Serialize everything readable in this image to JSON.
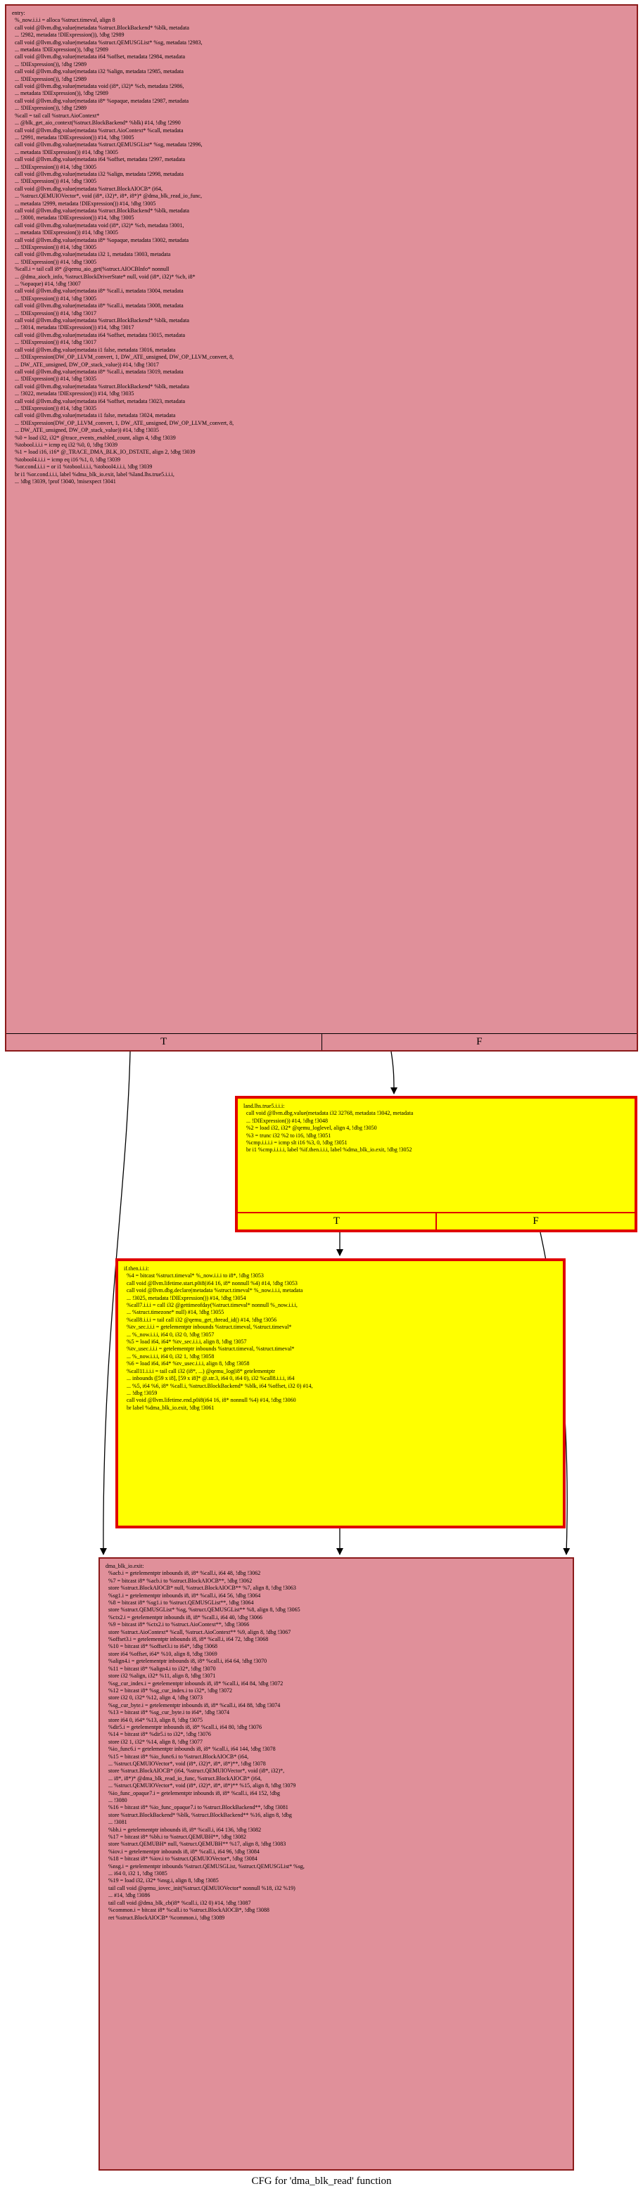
{
  "caption": "CFG for 'dma_blk_read' function",
  "nodes": {
    "entry": {
      "lines": [
        "entry:",
        "  %_now.i.i.i = alloca %struct.timeval, align 8",
        "  call void @llvm.dbg.value(metadata %struct.BlockBackend* %blk, metadata",
        "  ... !2982, metadata !DIExpression()), !dbg !2989",
        "  call void @llvm.dbg.value(metadata %struct.QEMUSGList* %sg, metadata !2983,",
        "  ... metadata !DIExpression()), !dbg !2989",
        "  call void @llvm.dbg.value(metadata i64 %offset, metadata !2984, metadata",
        "  ... !DIExpression()), !dbg !2989",
        "  call void @llvm.dbg.value(metadata i32 %align, metadata !2985, metadata",
        "  ... !DIExpression()), !dbg !2989",
        "  call void @llvm.dbg.value(metadata void (i8*, i32)* %cb, metadata !2986,",
        "  ... metadata !DIExpression()), !dbg !2989",
        "  call void @llvm.dbg.value(metadata i8* %opaque, metadata !2987, metadata",
        "  ... !DIExpression()), !dbg !2989",
        "  %call = tail call %struct.AioContext*",
        "  ... @blk_get_aio_context(%struct.BlockBackend* %blk) #14, !dbg !2990",
        "  call void @llvm.dbg.value(metadata %struct.AioContext* %call, metadata",
        "  ... !2991, metadata !DIExpression()) #14, !dbg !3005",
        "  call void @llvm.dbg.value(metadata %struct.QEMUSGList* %sg, metadata !2996,",
        "  ... metadata !DIExpression()) #14, !dbg !3005",
        "  call void @llvm.dbg.value(metadata i64 %offset, metadata !2997, metadata",
        "  ... !DIExpression()) #14, !dbg !3005",
        "  call void @llvm.dbg.value(metadata i32 %align, metadata !2998, metadata",
        "  ... !DIExpression()) #14, !dbg !3005",
        "  call void @llvm.dbg.value(metadata %struct.BlockAIOCB* (i64,",
        "  ... %struct.QEMUIOVector*, void (i8*, i32)*, i8*, i8*)* @dma_blk_read_io_func,",
        "  ... metadata !2999, metadata !DIExpression()) #14, !dbg !3005",
        "  call void @llvm.dbg.value(metadata %struct.BlockBackend* %blk, metadata",
        "  ... !3000, metadata !DIExpression()) #14, !dbg !3005",
        "  call void @llvm.dbg.value(metadata void (i8*, i32)* %cb, metadata !3001,",
        "  ... metadata !DIExpression()) #14, !dbg !3005",
        "  call void @llvm.dbg.value(metadata i8* %opaque, metadata !3002, metadata",
        "  ... !DIExpression()) #14, !dbg !3005",
        "  call void @llvm.dbg.value(metadata i32 1, metadata !3003, metadata",
        "  ... !DIExpression()) #14, !dbg !3005",
        "  %call.i = tail call i8* @qemu_aio_get(%struct.AIOCBInfo* nonnull",
        "  ... @dma_aiocb_info, %struct.BlockDriverState* null, void (i8*, i32)* %cb, i8*",
        "  ... %opaque) #14, !dbg !3007",
        "  call void @llvm.dbg.value(metadata i8* %call.i, metadata !3004, metadata",
        "  ... !DIExpression()) #14, !dbg !3005",
        "  call void @llvm.dbg.value(metadata i8* %call.i, metadata !3008, metadata",
        "  ... !DIExpression()) #14, !dbg !3017",
        "  call void @llvm.dbg.value(metadata %struct.BlockBackend* %blk, metadata",
        "  ... !3014, metadata !DIExpression()) #14, !dbg !3017",
        "  call void @llvm.dbg.value(metadata i64 %offset, metadata !3015, metadata",
        "  ... !DIExpression()) #14, !dbg !3017",
        "  call void @llvm.dbg.value(metadata i1 false, metadata !3016, metadata",
        "  ... !DIExpression(DW_OP_LLVM_convert, 1, DW_ATE_unsigned, DW_OP_LLVM_convert, 8,",
        "  ... DW_ATE_unsigned, DW_OP_stack_value)) #14, !dbg !3017",
        "  call void @llvm.dbg.value(metadata i8* %call.i, metadata !3019, metadata",
        "  ... !DIExpression()) #14, !dbg !3035",
        "  call void @llvm.dbg.value(metadata %struct.BlockBackend* %blk, metadata",
        "  ... !3022, metadata !DIExpression()) #14, !dbg !3035",
        "  call void @llvm.dbg.value(metadata i64 %offset, metadata !3023, metadata",
        "  ... !DIExpression()) #14, !dbg !3035",
        "  call void @llvm.dbg.value(metadata i1 false, metadata !3024, metadata",
        "  ... !DIExpression(DW_OP_LLVM_convert, 1, DW_ATE_unsigned, DW_OP_LLVM_convert, 8,",
        "  ... DW_ATE_unsigned, DW_OP_stack_value)) #14, !dbg !3035",
        "  %0 = load i32, i32* @trace_events_enabled_count, align 4, !dbg !3039",
        "  %tobool.i.i.i = icmp eq i32 %0, 0, !dbg !3039",
        "  %1 = load i16, i16* @_TRACE_DMA_BLK_IO_DSTATE, align 2, !dbg !3039",
        "  %tobool4.i.i.i = icmp eq i16 %1, 0, !dbg !3039",
        "  %or.cond.i.i.i = or i1 %tobool.i.i.i, %tobool4.i.i.i, !dbg !3039",
        "  br i1 %or.cond.i.i.i, label %dma_blk_io.exit, label %land.lhs.true5.i.i.i,",
        "  ... !dbg !3039, !prof !3040, !misexpect !3041"
      ],
      "ports": [
        "T",
        "F"
      ]
    },
    "land_lhs_true": {
      "lines": [
        "land.lhs.true5.i.i.i:",
        "  call void @llvm.dbg.value(metadata i32 32768, metadata !3042, metadata",
        "  ... !DIExpression()) #14, !dbg !3048",
        "  %2 = load i32, i32* @qemu_loglevel, align 4, !dbg !3050",
        "  %3 = trunc i32 %2 to i16, !dbg !3051",
        "  %cmp.i.i.i.i = icmp slt i16 %3, 0, !dbg !3051",
        "  br i1 %cmp.i.i.i.i, label %if.then.i.i.i, label %dma_blk_io.exit, !dbg !3052"
      ],
      "ports": [
        "T",
        "F"
      ]
    },
    "if_then": {
      "lines": [
        "if.then.i.i.i:",
        "  %4 = bitcast %struct.timeval* %_now.i.i.i to i8*, !dbg !3053",
        "  call void @llvm.lifetime.start.p0i8(i64 16, i8* nonnull %4) #14, !dbg !3053",
        "  call void @llvm.dbg.declare(metadata %struct.timeval* %_now.i.i.i, metadata",
        "  ... !3025, metadata !DIExpression()) #14, !dbg !3054",
        "  %call7.i.i.i = call i32 @gettimeofday(%struct.timeval* nonnull %_now.i.i.i,",
        "  ... %struct.timezone* null) #14, !dbg !3055",
        "  %call8.i.i.i = tail call i32 @qemu_get_thread_id() #14, !dbg !3056",
        "  %tv_sec.i.i.i = getelementptr inbounds %struct.timeval, %struct.timeval*",
        "  ... %_now.i.i.i, i64 0, i32 0, !dbg !3057",
        "  %5 = load i64, i64* %tv_sec.i.i.i, align 8, !dbg !3057",
        "  %tv_usec.i.i.i = getelementptr inbounds %struct.timeval, %struct.timeval*",
        "  ... %_now.i.i.i, i64 0, i32 1, !dbg !3058",
        "  %6 = load i64, i64* %tv_usec.i.i.i, align 8, !dbg !3058",
        "  %call11.i.i.i = tail call i32 (i8*, ...) @qemu_log(i8* getelementptr",
        "  ... inbounds ([59 x i8], [59 x i8]* @.str.3, i64 0, i64 0), i32 %call8.i.i.i, i64",
        "  ... %5, i64 %6, i8* %call.i, %struct.BlockBackend* %blk, i64 %offset, i32 0) #14,",
        "  ... !dbg !3059",
        "  call void @llvm.lifetime.end.p0i8(i64 16, i8* nonnull %4) #14, !dbg !3060",
        "  br label %dma_blk_io.exit, !dbg !3061"
      ],
      "ports": []
    },
    "exit": {
      "lines": [
        "dma_blk_io.exit:",
        "  %acb.i = getelementptr inbounds i8, i8* %call.i, i64 48, !dbg !3062",
        "  %7 = bitcast i8* %acb.i to %struct.BlockAIOCB**, !dbg !3062",
        "  store %struct.BlockAIOCB* null, %struct.BlockAIOCB** %7, align 8, !dbg !3063",
        "  %sg1.i = getelementptr inbounds i8, i8* %call.i, i64 56, !dbg !3064",
        "  %8 = bitcast i8* %sg1.i to %struct.QEMUSGList**, !dbg !3064",
        "  store %struct.QEMUSGList* %sg, %struct.QEMUSGList** %8, align 8, !dbg !3065",
        "  %ctx2.i = getelementptr inbounds i8, i8* %call.i, i64 40, !dbg !3066",
        "  %9 = bitcast i8* %ctx2.i to %struct.AioContext**, !dbg !3066",
        "  store %struct.AioContext* %call, %struct.AioContext** %9, align 8, !dbg !3067",
        "  %offset3.i = getelementptr inbounds i8, i8* %call.i, i64 72, !dbg !3068",
        "  %10 = bitcast i8* %offset3.i to i64*, !dbg !3068",
        "  store i64 %offset, i64* %10, align 8, !dbg !3069",
        "  %align4.i = getelementptr inbounds i8, i8* %call.i, i64 64, !dbg !3070",
        "  %11 = bitcast i8* %align4.i to i32*, !dbg !3070",
        "  store i32 %align, i32* %11, align 8, !dbg !3071",
        "  %sg_cur_index.i = getelementptr inbounds i8, i8* %call.i, i64 84, !dbg !3072",
        "  %12 = bitcast i8* %sg_cur_index.i to i32*, !dbg !3072",
        "  store i32 0, i32* %12, align 4, !dbg !3073",
        "  %sg_cur_byte.i = getelementptr inbounds i8, i8* %call.i, i64 88, !dbg !3074",
        "  %13 = bitcast i8* %sg_cur_byte.i to i64*, !dbg !3074",
        "  store i64 0, i64* %13, align 8, !dbg !3075",
        "  %dir5.i = getelementptr inbounds i8, i8* %call.i, i64 80, !dbg !3076",
        "  %14 = bitcast i8* %dir5.i to i32*, !dbg !3076",
        "  store i32 1, i32* %14, align 8, !dbg !3077",
        "  %io_func6.i = getelementptr inbounds i8, i8* %call.i, i64 144, !dbg !3078",
        "  %15 = bitcast i8* %io_func6.i to %struct.BlockAIOCB* (i64,",
        "  ... %struct.QEMUIOVector*, void (i8*, i32)*, i8*, i8*)**, !dbg !3078",
        "  store %struct.BlockAIOCB* (i64, %struct.QEMUIOVector*, void (i8*, i32)*,",
        "  ... i8*, i8*)* @dma_blk_read_io_func, %struct.BlockAIOCB* (i64,",
        "  ... %struct.QEMUIOVector*, void (i8*, i32)*, i8*, i8*)** %15, align 8, !dbg !3079",
        "  %io_func_opaque7.i = getelementptr inbounds i8, i8* %call.i, i64 152, !dbg",
        "  ... !3080",
        "  %16 = bitcast i8* %io_func_opaque7.i to %struct.BlockBackend**, !dbg !3081",
        "  store %struct.BlockBackend* %blk, %struct.BlockBackend** %16, align 8, !dbg",
        "  ... !3081",
        "  %bh.i = getelementptr inbounds i8, i8* %call.i, i64 136, !dbg !3082",
        "  %17 = bitcast i8* %bh.i to %struct.QEMUBH**, !dbg !3082",
        "  store %struct.QEMUBH* null, %struct.QEMUBH** %17, align 8, !dbg !3083",
        "  %iov.i = getelementptr inbounds i8, i8* %call.i, i64 96, !dbg !3084",
        "  %18 = bitcast i8* %iov.i to %struct.QEMUIOVector*, !dbg !3084",
        "  %nsg.i = getelementptr inbounds %struct.QEMUSGList, %struct.QEMUSGList* %sg,",
        "  ... i64 0, i32 1, !dbg !3085",
        "  %19 = load i32, i32* %nsg.i, align 8, !dbg !3085",
        "  tail call void @qemu_iovec_init(%struct.QEMUIOVector* nonnull %18, i32 %19)",
        "  ... #14, !dbg !3086",
        "  tail call void @dma_blk_cb(i8* %call.i, i32 0) #14, !dbg !3087",
        "  %common.i = bitcast i8* %call.i to %struct.BlockAIOCB*, !dbg !3088",
        "  ret %struct.BlockAIOCB* %common.i, !dbg !3089"
      ],
      "ports": []
    }
  },
  "colors": {
    "entry_fill": "#e0909a",
    "hot_fill": "#ffff00",
    "hot_border": "#e00000"
  }
}
